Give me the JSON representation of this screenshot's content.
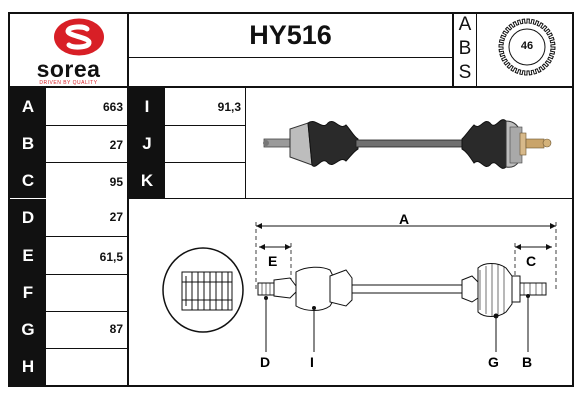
{
  "brand": {
    "name": "sorea",
    "tagline": "DRIVEN BY QUALITY",
    "color": "#d81f26"
  },
  "part_number": "HY516",
  "abs": {
    "letters": [
      "A",
      "B",
      "S"
    ],
    "teeth": "46"
  },
  "specs": [
    {
      "label": "A",
      "value": "663"
    },
    {
      "label": "B",
      "value": "27"
    },
    {
      "label": "C",
      "value": "95"
    },
    {
      "label": "D",
      "value": "27"
    },
    {
      "label": "E",
      "value": "61,5"
    },
    {
      "label": "F",
      "value": ""
    },
    {
      "label": "G",
      "value": "87"
    },
    {
      "label": "H",
      "value": ""
    }
  ],
  "specs_mid": [
    {
      "label": "I",
      "value": "91,3"
    },
    {
      "label": "J",
      "value": ""
    },
    {
      "label": "K",
      "value": ""
    }
  ],
  "diagram": {
    "labels": {
      "A": "A",
      "B": "B",
      "C": "C",
      "D": "D",
      "E": "E",
      "G": "G",
      "I": "I"
    }
  }
}
